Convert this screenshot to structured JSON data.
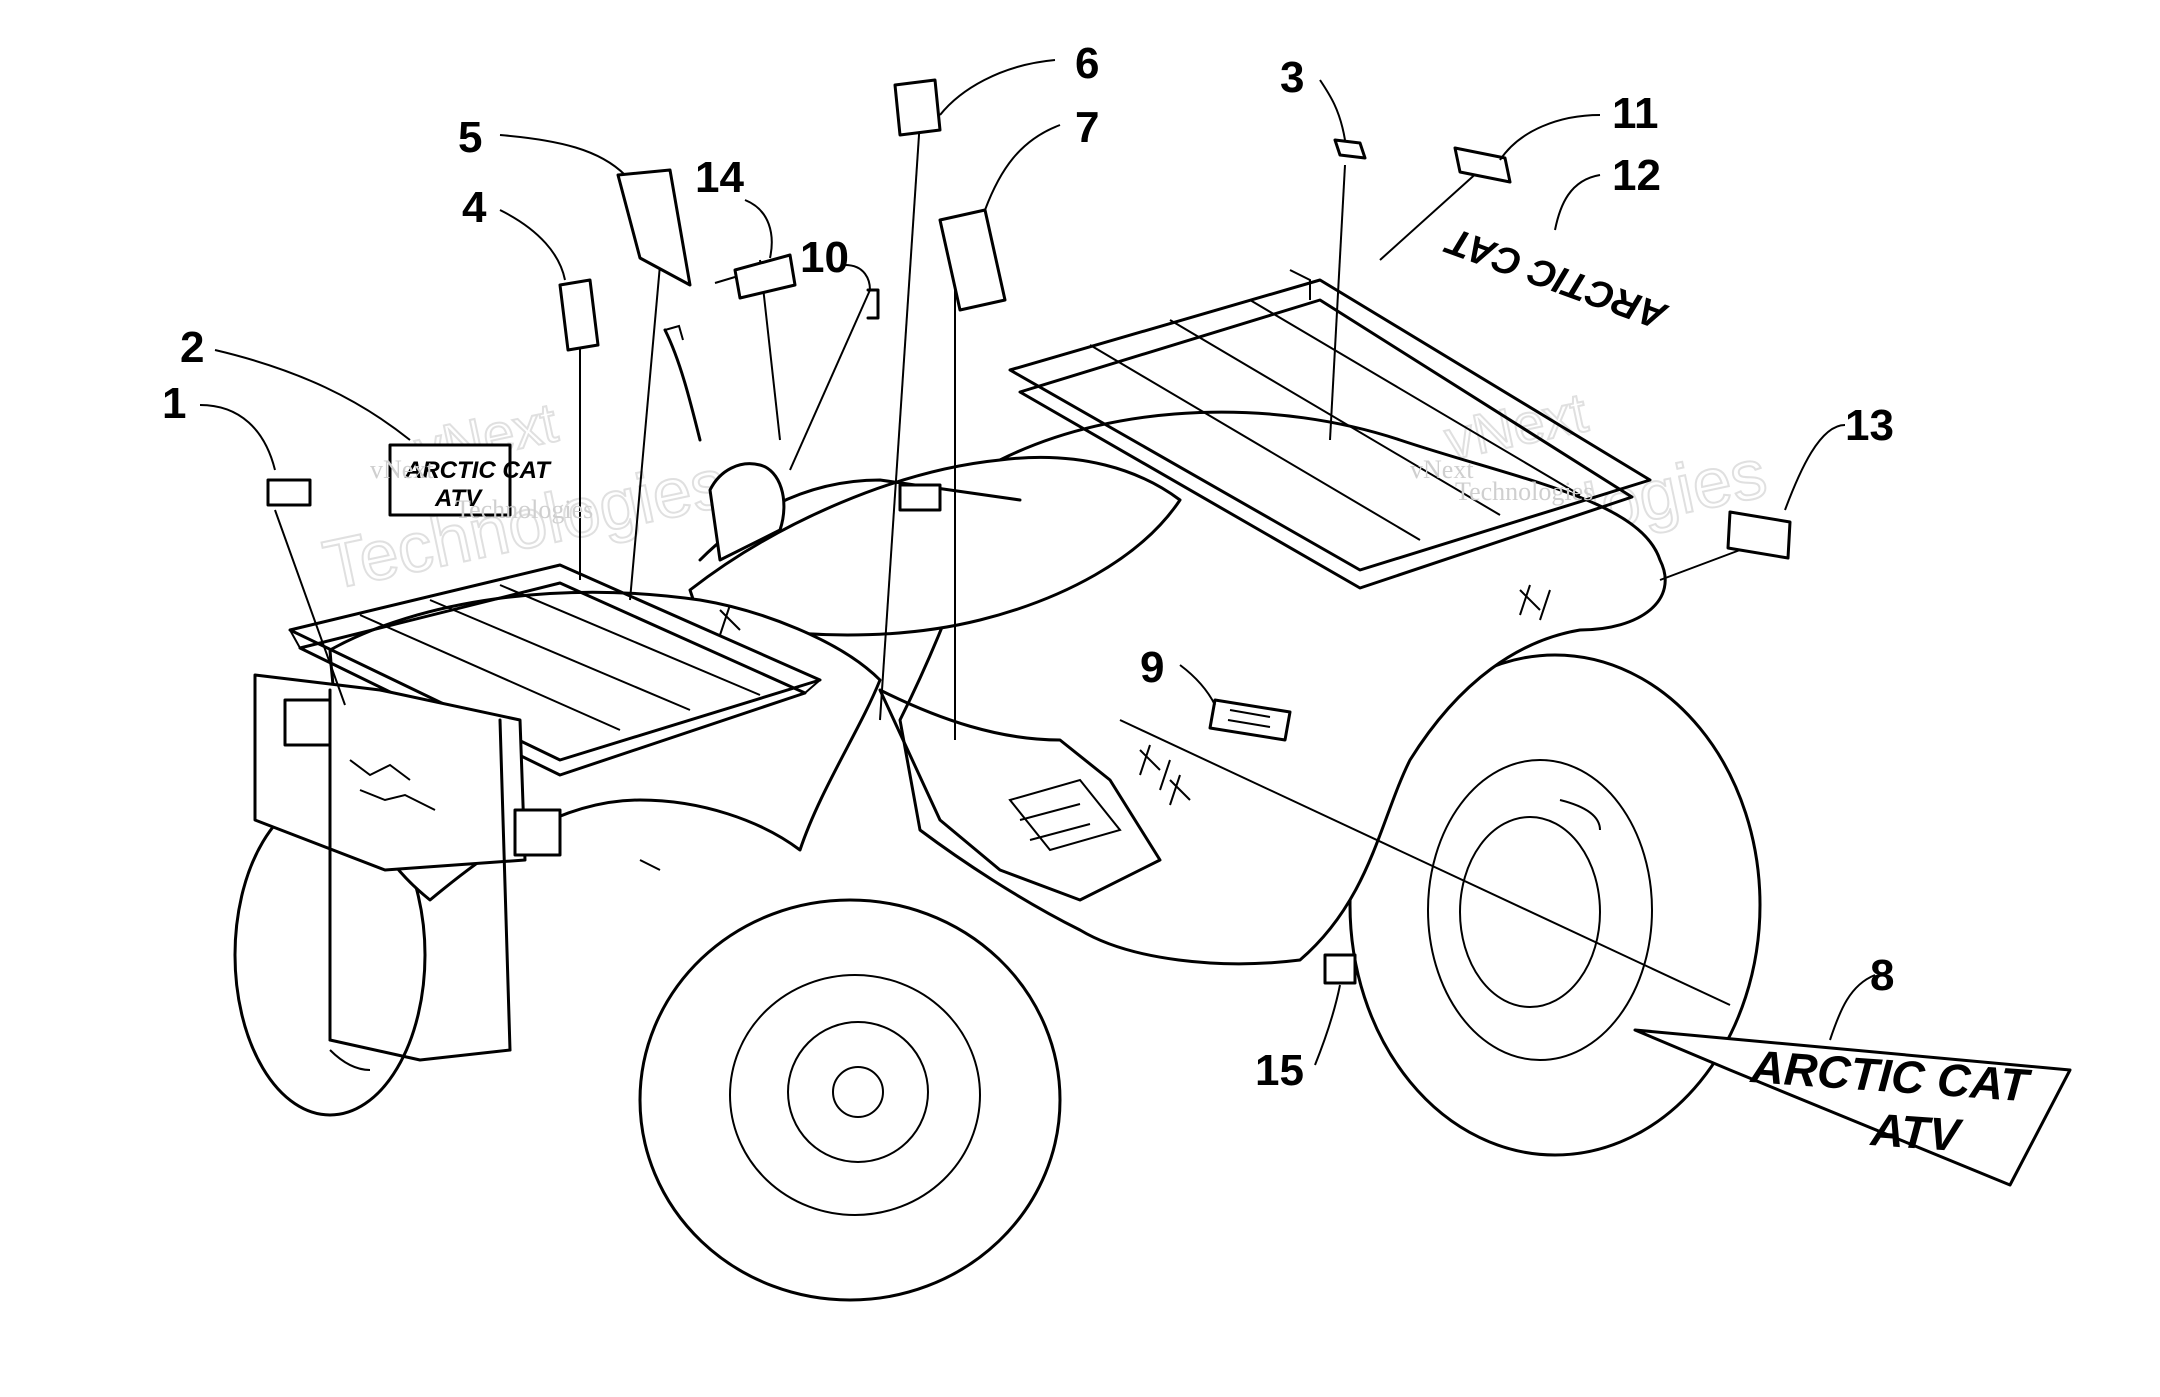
{
  "callouts": [
    {
      "id": "1",
      "label": "1"
    },
    {
      "id": "2",
      "label": "2"
    },
    {
      "id": "3",
      "label": "3"
    },
    {
      "id": "4",
      "label": "4"
    },
    {
      "id": "5",
      "label": "5"
    },
    {
      "id": "6",
      "label": "6"
    },
    {
      "id": "7",
      "label": "7"
    },
    {
      "id": "8",
      "label": "8"
    },
    {
      "id": "9",
      "label": "9"
    },
    {
      "id": "10",
      "label": "10"
    },
    {
      "id": "11",
      "label": "11"
    },
    {
      "id": "12",
      "label": "12"
    },
    {
      "id": "13",
      "label": "13"
    },
    {
      "id": "14",
      "label": "14"
    },
    {
      "id": "15",
      "label": "15"
    }
  ],
  "decals": {
    "front_logo_line1": "ARCTIC CAT",
    "front_logo_line2": "ATV",
    "side_logo_line1": "ARCTIC CAT",
    "side_logo_line2": "ATV",
    "rear_logo": "ARCTIC CAT"
  },
  "watermark": {
    "brand_left": "vNext",
    "text_left": "Technologies",
    "brand_right": "vNext",
    "text_right": "Technologies",
    "big_left": "Technologies",
    "big_right": "Technologies",
    "big_brand_left": "vNext",
    "big_brand_right": "vNext"
  },
  "colors": {
    "ink": "#000000",
    "paper": "#ffffff",
    "watermark": "#cfcfcf"
  }
}
